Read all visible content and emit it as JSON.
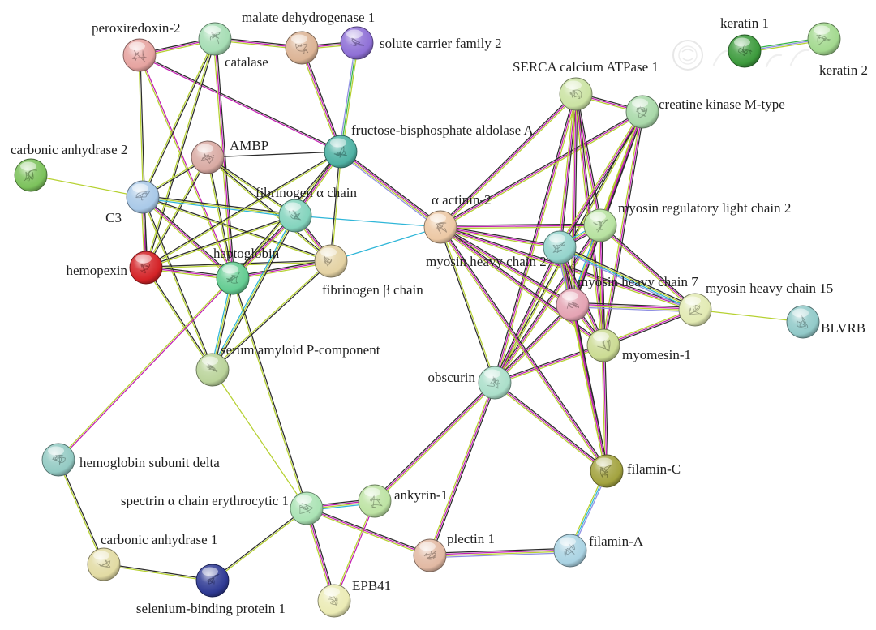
{
  "diagram": {
    "evidence_colors": [
      "#2b2b2b",
      "#c21fb2",
      "#b6d131",
      "#2fb6d8",
      "#8f8fe3",
      "#39b54a"
    ],
    "nodes": [
      {
        "label": "peroxiredoxin-2",
        "color": "#e6a3a0"
      },
      {
        "label": "catalase",
        "color": "#a6ddb4"
      },
      {
        "label": "malate dehydrogenase 1",
        "color": "#dcb495"
      },
      {
        "label": "solute carrier family 2",
        "color": "#8e6fd6"
      },
      {
        "label": "keratin 1",
        "color": "#3d9b3d"
      },
      {
        "label": "keratin 2",
        "color": "#a3d98f"
      },
      {
        "label": "SERCA calcium ATPase 1",
        "color": "#cbe3a3"
      },
      {
        "label": "creatine kinase M-type",
        "color": "#a9d9a9"
      },
      {
        "label": "fructose-bisphosphate aldolase A",
        "color": "#4fb2a4"
      },
      {
        "label": "carbonic anhydrase 2",
        "color": "#7cc25c"
      },
      {
        "label": "AMBP",
        "color": "#d9aaa3"
      },
      {
        "label": "C3",
        "color": "#a9c9e8"
      },
      {
        "label": "fibrinogen α chain",
        "color": "#83d4bd"
      },
      {
        "label": "α actinin-2",
        "color": "#ecc8a4"
      },
      {
        "label": "myosin regulatory light chain 2",
        "color": "#b7e2a0"
      },
      {
        "label": "myosin heavy chain 2",
        "color": "#94d4cc"
      },
      {
        "label": "hemopexin",
        "color": "#d42226"
      },
      {
        "label": "haptoglobin",
        "color": "#64cc92"
      },
      {
        "label": "fibrinogen β chain",
        "color": "#e4d2a3"
      },
      {
        "label": "myosin heavy chain 7",
        "color": "#e4a3b3"
      },
      {
        "label": "myosin heavy chain 15",
        "color": "#e2eab3"
      },
      {
        "label": "BLVRB",
        "color": "#92cac9"
      },
      {
        "label": "myomesin-1",
        "color": "#cbdb93"
      },
      {
        "label": "serum amyloid P-component",
        "color": "#bad39a"
      },
      {
        "label": "obscurin",
        "color": "#abdfca"
      },
      {
        "label": "hemoglobin subunit delta",
        "color": "#93cac3"
      },
      {
        "label": "filamin-C",
        "color": "#a3a33f"
      },
      {
        "label": "spectrin α chain erythrocytic 1",
        "color": "#aae3b4"
      },
      {
        "label": "ankyrin-1",
        "color": "#bde3a3"
      },
      {
        "label": "plectin 1",
        "color": "#e2b9a3"
      },
      {
        "label": "filamin-A",
        "color": "#aad3e3"
      },
      {
        "label": "carbonic anhydrase 1",
        "color": "#e2dba3"
      },
      {
        "label": "selenium-binding protein 1",
        "color": "#2f3a94"
      },
      {
        "label": "EPB41",
        "color": "#ebebb5"
      }
    ],
    "edges": [
      [
        0,
        1,
        [
          0,
          1,
          2
        ]
      ],
      [
        0,
        8,
        [
          0,
          1
        ]
      ],
      [
        0,
        16,
        [
          0,
          2
        ]
      ],
      [
        0,
        17,
        [
          1,
          2
        ]
      ],
      [
        1,
        2,
        [
          0,
          1,
          2
        ]
      ],
      [
        1,
        11,
        [
          0,
          2
        ]
      ],
      [
        1,
        16,
        [
          0,
          2
        ]
      ],
      [
        1,
        17,
        [
          0,
          1,
          2
        ]
      ],
      [
        2,
        3,
        [
          0,
          1,
          2
        ]
      ],
      [
        2,
        8,
        [
          0,
          1,
          2
        ]
      ],
      [
        3,
        8,
        [
          2,
          5,
          4
        ]
      ],
      [
        9,
        11,
        [
          2
        ]
      ],
      [
        10,
        11,
        [
          0,
          2
        ]
      ],
      [
        10,
        16,
        [
          0,
          2
        ]
      ],
      [
        10,
        17,
        [
          0,
          2
        ]
      ],
      [
        10,
        12,
        [
          0,
          2
        ]
      ],
      [
        10,
        18,
        [
          0,
          2
        ]
      ],
      [
        10,
        8,
        [
          0
        ]
      ],
      [
        11,
        16,
        [
          0,
          1,
          2
        ]
      ],
      [
        11,
        17,
        [
          0,
          1,
          2
        ]
      ],
      [
        11,
        12,
        [
          0,
          2,
          3
        ]
      ],
      [
        11,
        18,
        [
          0,
          2
        ]
      ],
      [
        11,
        23,
        [
          0,
          2
        ]
      ],
      [
        16,
        17,
        [
          0,
          1,
          2
        ]
      ],
      [
        16,
        12,
        [
          0,
          2
        ]
      ],
      [
        16,
        18,
        [
          0,
          2
        ]
      ],
      [
        16,
        23,
        [
          0,
          2
        ]
      ],
      [
        16,
        8,
        [
          0,
          2
        ]
      ],
      [
        17,
        12,
        [
          0,
          1,
          2
        ]
      ],
      [
        17,
        18,
        [
          0,
          1,
          2
        ]
      ],
      [
        17,
        23,
        [
          0,
          2,
          3
        ]
      ],
      [
        17,
        8,
        [
          0,
          2
        ]
      ],
      [
        17,
        25,
        [
          1,
          2
        ]
      ],
      [
        17,
        27,
        [
          0,
          2
        ]
      ],
      [
        12,
        18,
        [
          0,
          1,
          2
        ]
      ],
      [
        12,
        8,
        [
          0,
          1,
          2
        ]
      ],
      [
        12,
        23,
        [
          0,
          2,
          3
        ]
      ],
      [
        12,
        13,
        [
          3
        ]
      ],
      [
        18,
        13,
        [
          3
        ]
      ],
      [
        18,
        23,
        [
          0,
          2
        ]
      ],
      [
        18,
        8,
        [
          0,
          2
        ]
      ],
      [
        8,
        13,
        [
          0,
          1,
          2,
          4
        ]
      ],
      [
        23,
        27,
        [
          2
        ]
      ],
      [
        25,
        31,
        [
          0,
          2
        ]
      ],
      [
        31,
        32,
        [
          0,
          2
        ]
      ],
      [
        32,
        27,
        [
          0,
          2
        ]
      ],
      [
        27,
        28,
        [
          0,
          1,
          2,
          3
        ]
      ],
      [
        27,
        33,
        [
          0,
          1,
          2
        ]
      ],
      [
        27,
        29,
        [
          0,
          1,
          2
        ]
      ],
      [
        28,
        33,
        [
          1,
          2
        ]
      ],
      [
        28,
        24,
        [
          0,
          1,
          2
        ]
      ],
      [
        24,
        29,
        [
          0,
          1,
          2
        ]
      ],
      [
        29,
        30,
        [
          0,
          1,
          2,
          4
        ]
      ],
      [
        30,
        26,
        [
          2,
          3,
          4
        ]
      ],
      [
        24,
        13,
        [
          0,
          2
        ]
      ],
      [
        24,
        26,
        [
          0,
          1,
          2
        ]
      ],
      [
        24,
        6,
        [
          0,
          1,
          2
        ]
      ],
      [
        24,
        7,
        [
          0,
          2
        ]
      ],
      [
        24,
        14,
        [
          0,
          1,
          2
        ]
      ],
      [
        24,
        15,
        [
          0,
          1,
          2
        ]
      ],
      [
        24,
        19,
        [
          0,
          1,
          2
        ]
      ],
      [
        24,
        22,
        [
          0,
          1,
          2
        ]
      ],
      [
        13,
        26,
        [
          0,
          1,
          2
        ]
      ],
      [
        13,
        6,
        [
          0,
          1,
          2
        ]
      ],
      [
        13,
        7,
        [
          0,
          1,
          2
        ]
      ],
      [
        13,
        14,
        [
          0,
          1,
          2
        ]
      ],
      [
        13,
        15,
        [
          0,
          1,
          2
        ]
      ],
      [
        13,
        19,
        [
          0,
          1,
          2
        ]
      ],
      [
        13,
        22,
        [
          0,
          1,
          2
        ]
      ],
      [
        13,
        20,
        [
          0,
          1,
          2
        ]
      ],
      [
        6,
        7,
        [
          0,
          1,
          2
        ]
      ],
      [
        6,
        14,
        [
          0,
          1,
          2
        ]
      ],
      [
        6,
        15,
        [
          0,
          1,
          2
        ]
      ],
      [
        6,
        19,
        [
          0,
          1,
          2
        ]
      ],
      [
        6,
        22,
        [
          0,
          1,
          2
        ]
      ],
      [
        7,
        14,
        [
          0,
          1,
          2
        ]
      ],
      [
        7,
        15,
        [
          0,
          1,
          2
        ]
      ],
      [
        7,
        19,
        [
          0,
          1,
          2
        ]
      ],
      [
        7,
        22,
        [
          0,
          1,
          2
        ]
      ],
      [
        14,
        15,
        [
          0,
          1,
          2,
          3
        ]
      ],
      [
        14,
        19,
        [
          0,
          1,
          2,
          3
        ]
      ],
      [
        14,
        20,
        [
          0,
          1,
          2
        ]
      ],
      [
        14,
        22,
        [
          0,
          1,
          2
        ]
      ],
      [
        14,
        26,
        [
          0,
          1,
          2
        ]
      ],
      [
        15,
        19,
        [
          0,
          1,
          2,
          3,
          4
        ]
      ],
      [
        15,
        20,
        [
          0,
          2,
          3,
          4
        ]
      ],
      [
        15,
        22,
        [
          0,
          1,
          2
        ]
      ],
      [
        15,
        26,
        [
          0,
          1,
          2
        ]
      ],
      [
        19,
        20,
        [
          0,
          1,
          2,
          4
        ]
      ],
      [
        19,
        22,
        [
          0,
          1,
          2
        ]
      ],
      [
        19,
        26,
        [
          0,
          1,
          2
        ]
      ],
      [
        20,
        22,
        [
          0,
          1,
          2
        ]
      ],
      [
        20,
        21,
        [
          2
        ]
      ],
      [
        4,
        5,
        [
          5,
          4,
          2
        ]
      ]
    ]
  }
}
